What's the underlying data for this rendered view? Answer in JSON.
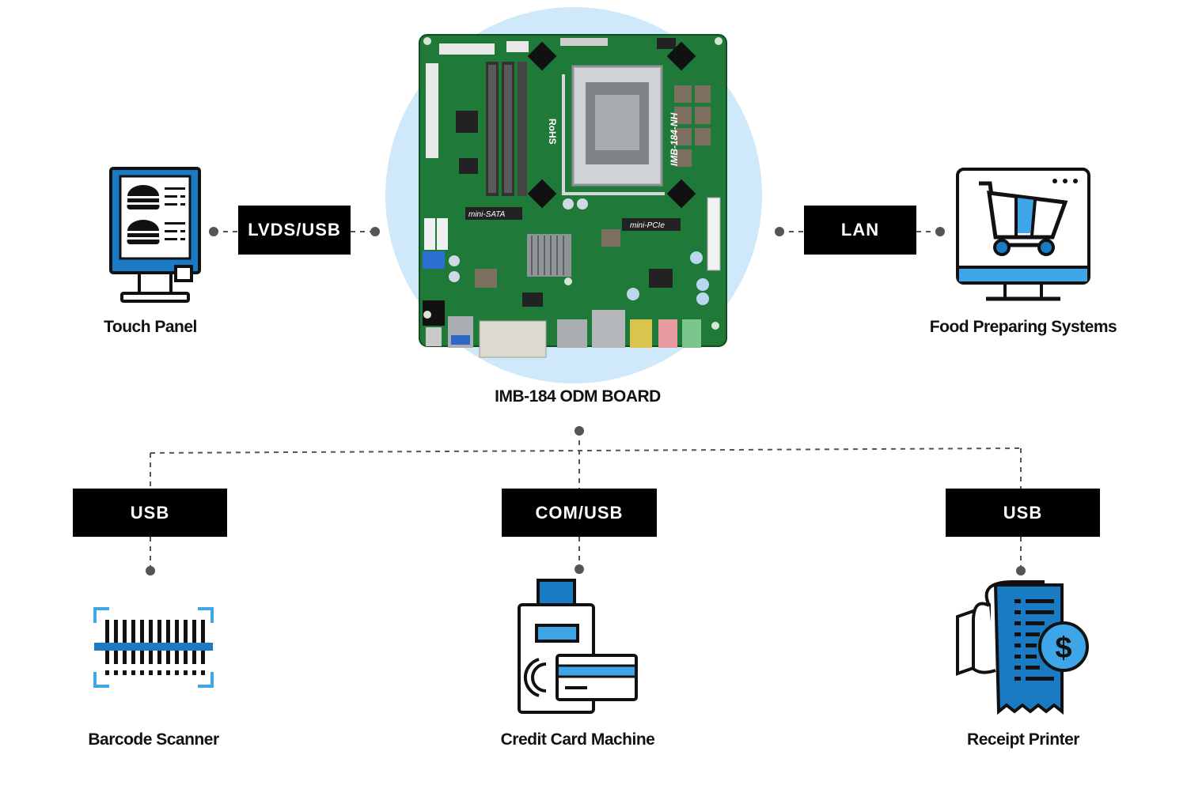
{
  "center": {
    "label": "IMB-184 ODM BOARD"
  },
  "devices": {
    "touch_panel": "Touch Panel",
    "food_systems": "Food Preparing Systems",
    "barcode": "Barcode Scanner",
    "credit_card": "Credit Card Machine",
    "receipt": "Receipt Printer"
  },
  "interfaces": {
    "lvds_usb": "LVDS/USB",
    "lan": "LAN",
    "usb_left": "USB",
    "com_usb": "COM/USB",
    "usb_right": "USB"
  },
  "board_marks": {
    "model": "IMB-184-NH",
    "rohs": "RoHS",
    "slot1": "mini-SATA",
    "slot2": "mini-PCIe"
  },
  "colors": {
    "accent": "#1a7ac4",
    "accent_light": "#3ea6e8",
    "halo": "#cfe8fa",
    "pcb": "#1f7a3a",
    "tag_bg": "#000000"
  }
}
